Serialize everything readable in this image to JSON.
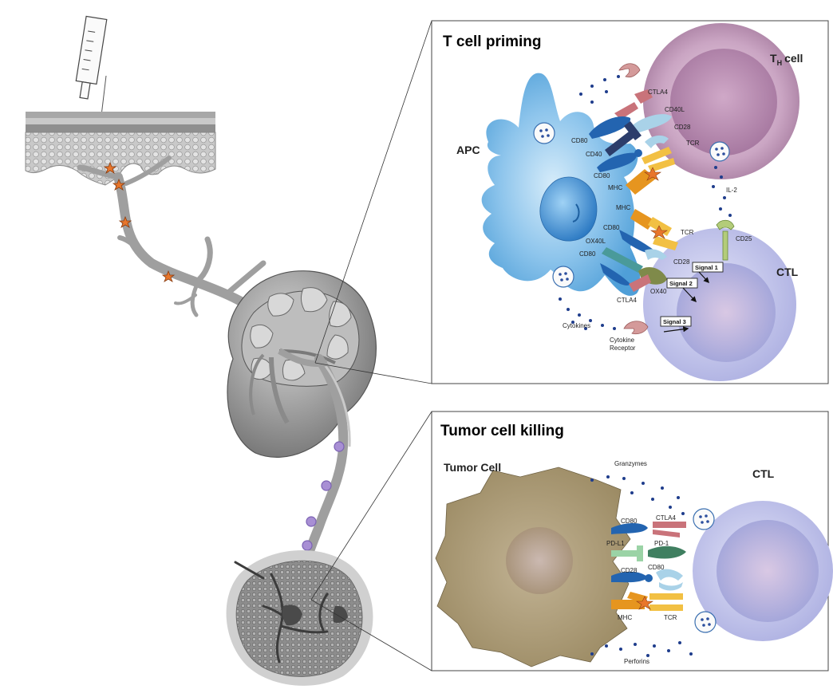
{
  "panels": {
    "priming": {
      "title": "T cell priming",
      "labels": {
        "apc": "APC",
        "th_cell_main": "T",
        "th_cell_sub": "H",
        "th_cell_suffix": "cell",
        "ctl": "CTL",
        "ctla4_top": "CTLA4",
        "cd40l": "CD40L",
        "cd28_top": "CD28",
        "tcr_top": "TCR",
        "cd80_1": "CD80",
        "cd40": "CD40",
        "cd80_2": "CD80",
        "mhc_1": "MHC",
        "il2": "IL-2",
        "mhc_2": "MHC",
        "tcr_2": "TCR",
        "cd80_3": "CD80",
        "cd25": "CD25",
        "ox40l": "OX40L",
        "cd80_4": "CD80",
        "cd28_2": "CD28",
        "ox40": "OX40",
        "ctla4_2": "CTLA4",
        "cytokines": "Cytokines",
        "cytokine_receptor_1": "Cytokine",
        "cytokine_receptor_2": "Receptor"
      },
      "signals": [
        "Signal 1",
        "Signal 2",
        "Signal 3"
      ]
    },
    "killing": {
      "title": "Tumor cell killing",
      "labels": {
        "tumor_cell": "Tumor Cell",
        "ctl": "CTL",
        "granzymes": "Granzymes",
        "perforins": "Perforins",
        "cd80_1": "CD80",
        "ctla4": "CTLA4",
        "pdl1": "PD-L1",
        "pd1": "PD-1",
        "cd28": "CD28",
        "cd80_2": "CD80",
        "mhc": "MHC",
        "tcr": "TCR"
      }
    }
  },
  "colors": {
    "apc_blue": "#5aa6dc",
    "th_purple": "#b58bb0",
    "ctl_lavender": "#b7b9e6",
    "tumor_olive": "#9b8a63",
    "vessel_gray": "#9a9a9a",
    "antigen_orange": "#e8762b"
  }
}
